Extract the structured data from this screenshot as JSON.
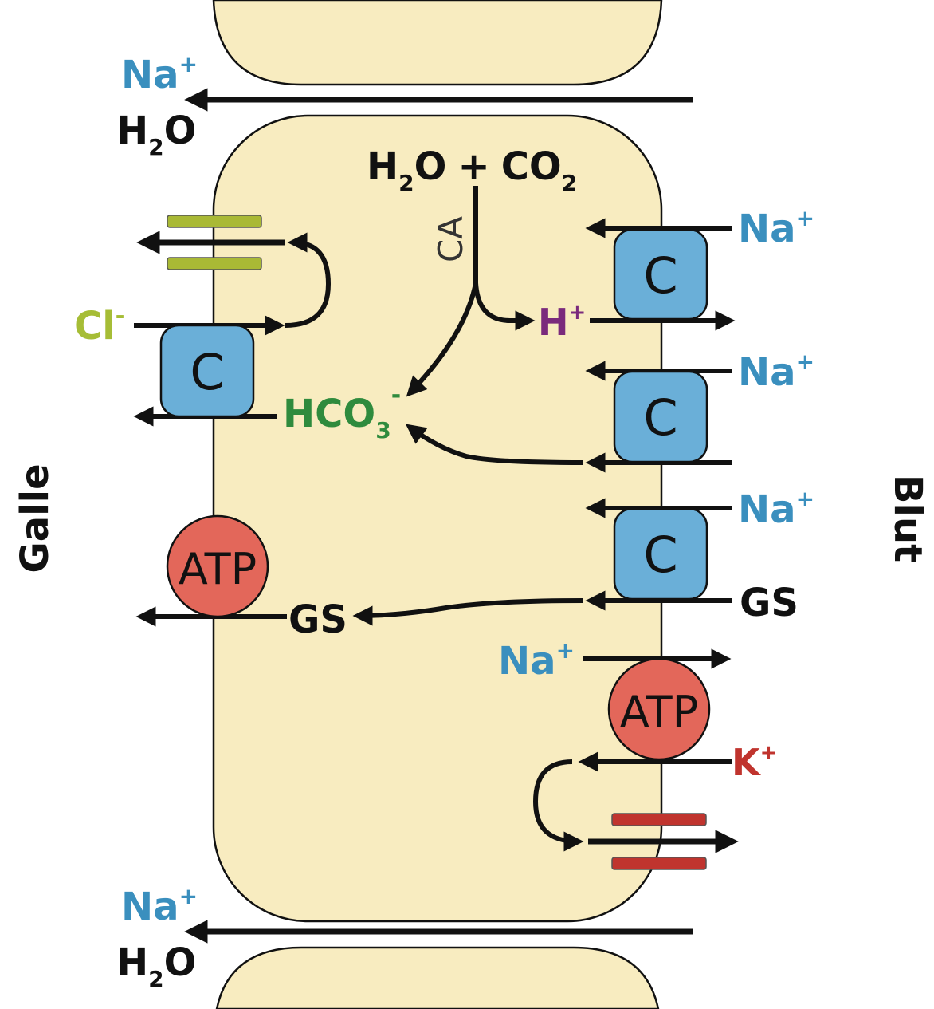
{
  "side_labels": {
    "left": "Galle",
    "right": "Blut"
  },
  "reaction": {
    "h2o": "H",
    "h2o_sub": "2",
    "h2o_rest": "O",
    "plus": "+",
    "co2": "CO",
    "co2_sub": "2",
    "enzyme": "CA"
  },
  "ions": {
    "na": "Na",
    "plus_sup": "+",
    "minus_sup": "-",
    "h": "H",
    "cl": "Cl",
    "hco3": "HCO",
    "hco3_sub": "3",
    "k": "K",
    "water": "H",
    "water_sub": "2",
    "water_rest": "O",
    "gs": "GS"
  },
  "transporters": {
    "carrier": "C",
    "pump": "ATP"
  },
  "colors": {
    "cell": "#f8ecc0",
    "carrier": "#6aafd8",
    "pump": "#e3675a",
    "na": "#3a8fbe",
    "cl": "#a6bd36",
    "hco3": "#2f8b3d",
    "h": "#7a2a7c",
    "k": "#c0342e",
    "cl_channel": "#a9b935",
    "k_channel": "#c0342e"
  }
}
